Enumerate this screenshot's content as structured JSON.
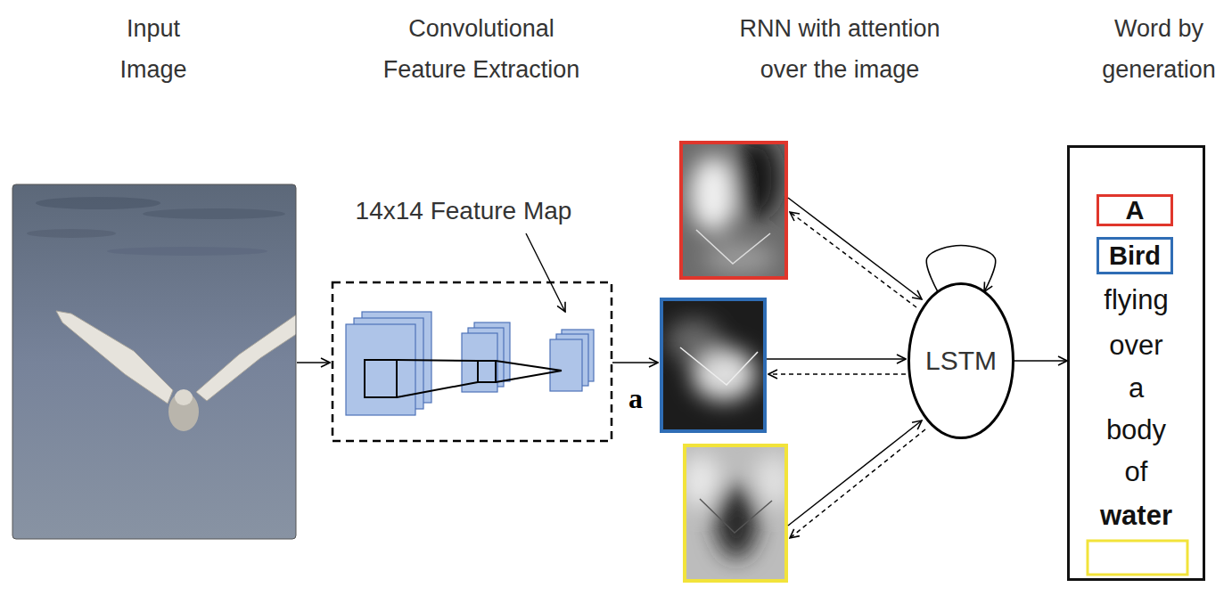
{
  "diagram": {
    "nodes": [
      {
        "text": [
          "LSTM"
        ]
      },
      {
        "text": [
          "flying",
          "over",
          "a",
          "body",
          "of",
          "water"
        ]
      },
      {
        "text": [
          "A"
        ],
        "in": 1
      },
      {
        "text": [
          "Bird"
        ],
        "in": 1
      }
    ],
    "edges": [
      {
        "from": 0,
        "to": 0,
        "arrow": "to"
      },
      {
        "from": 0,
        "to": 1,
        "arrow": "to"
      }
    ],
    "labels": [
      "Input Image",
      "Convolutional Feature Extraction",
      "RNN with attention over the image",
      "Word by generation",
      "14x14 Feature Map",
      "a"
    ]
  }
}
